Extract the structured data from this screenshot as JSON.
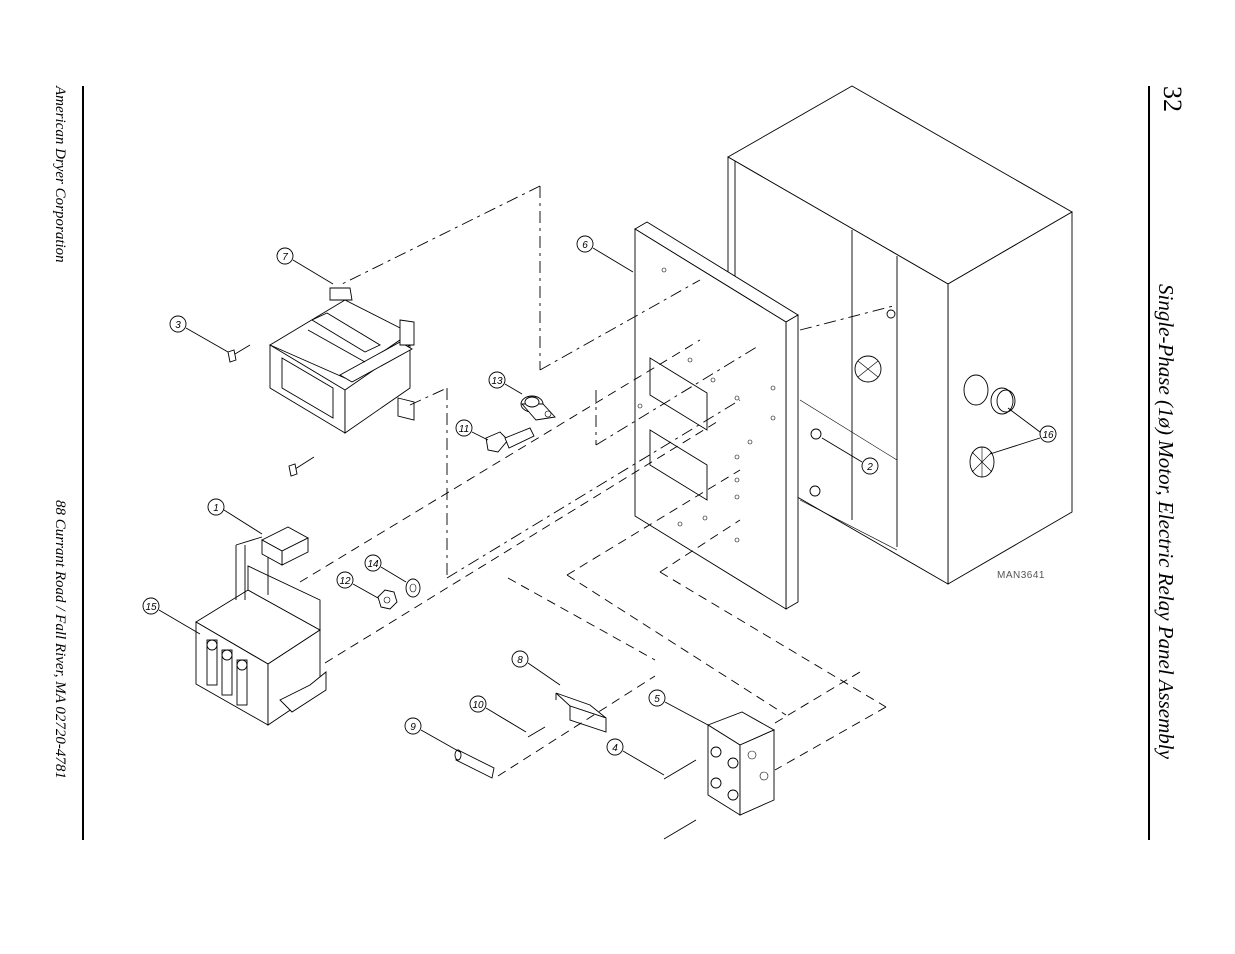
{
  "page": {
    "number": "32",
    "title": "Single-Phase (1ø) Motor, Electric Relay Panel Assembly",
    "footer_left": "American Dryer Corporation",
    "footer_right": "88 Currant Road / Fall River, MA 02720-4781"
  },
  "diagram": {
    "drawing_id": "MAN3641",
    "callouts": [
      "1",
      "2",
      "3",
      "4",
      "5",
      "6",
      "7",
      "8",
      "9",
      "10",
      "11",
      "12",
      "13",
      "14",
      "15",
      "16"
    ]
  }
}
